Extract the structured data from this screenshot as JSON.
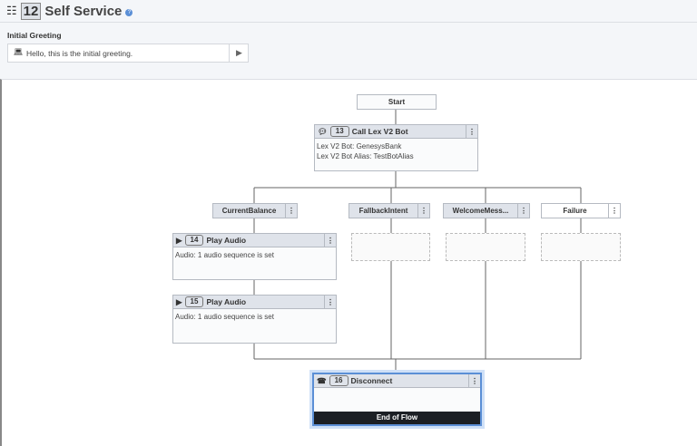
{
  "header": {
    "task_number": "12",
    "title": "Self Service",
    "help_icon": "help-circle-icon"
  },
  "greeting": {
    "label": "Initial Greeting",
    "value": "Hello, this is the initial greeting."
  },
  "flow": {
    "start": "Start",
    "lex": {
      "number": "13",
      "title": "Call Lex V2 Bot",
      "lines": [
        "Lex V2 Bot: GenesysBank",
        "Lex V2 Bot Alias: TestBotAlias"
      ]
    },
    "branches": [
      {
        "label": "CurrentBalance"
      },
      {
        "label": "FallbackIntent"
      },
      {
        "label": "WelcomeMess..."
      },
      {
        "label": "Failure"
      }
    ],
    "audio1": {
      "number": "14",
      "title": "Play Audio",
      "text": "Audio: 1 audio sequence is set"
    },
    "audio2": {
      "number": "15",
      "title": "Play Audio",
      "text": "Audio: 1 audio sequence is set"
    },
    "disconnect": {
      "number": "16",
      "title": "Disconnect",
      "footer": "End of Flow"
    }
  },
  "colors": {
    "selected_border": "#5b8fd6",
    "end_bar": "#1c1f24"
  }
}
